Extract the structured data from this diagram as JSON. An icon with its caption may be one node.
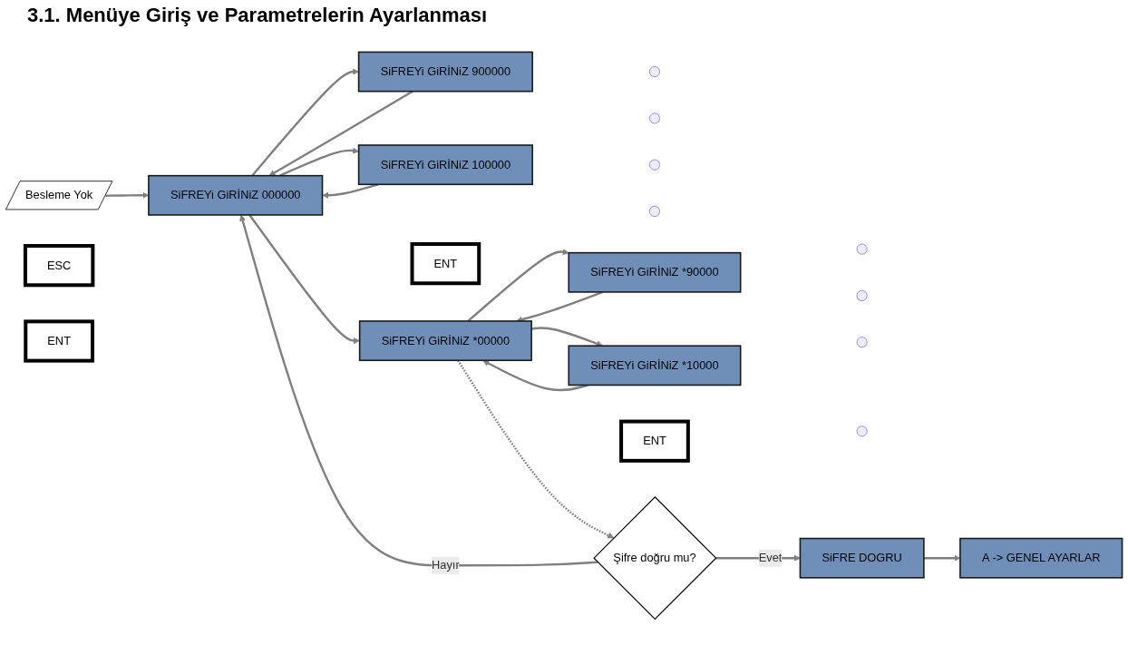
{
  "diagram": {
    "title": "3.1. Menüye Giriş ve Parametrelerin Ayarlanması",
    "nodes": [
      {
        "text": [
          "A -> GENEL AYARLAR"
        ]
      },
      {
        "text": [
          "SiFREYi GiRİNiZ 900000"
        ]
      },
      {
        "text": [
          "SiFREYi GiRİNiZ *90000"
        ]
      },
      {
        "text": [
          "SiFRE DOGRU"
        ]
      },
      {
        "text": [
          "ESC"
        ]
      },
      {
        "text": [
          "ENT"
        ]
      },
      {
        "text": [],
        "shape": "circle"
      },
      {
        "text": [],
        "shape": "circle"
      },
      {
        "text": [],
        "shape": "circle"
      },
      {
        "text": [],
        "shape": "circle"
      },
      {
        "text": [
          "Besleme Yok"
        ]
      },
      {
        "text": [
          "SiFREYi GiRİNiZ 000000"
        ]
      },
      {
        "text": [
          "ENT"
        ]
      },
      {
        "text": [
          "SiFREYi GiRİNiZ *00000"
        ]
      },
      {
        "text": [
          "ENT"
        ]
      },
      {
        "text": [
          "Şifre doğru mu?"
        ]
      },
      {
        "text": [],
        "shape": "circle"
      },
      {
        "text": [],
        "shape": "circle"
      },
      {
        "text": [],
        "shape": "circle"
      },
      {
        "text": [],
        "shape": "circle"
      },
      {
        "text": [
          "SiFREYi GiRİNiZ 100000"
        ]
      },
      {
        "text": [
          "SiFREYi GiRİNiZ *10000"
        ]
      }
    ],
    "edges": [
      {
        "from": 1,
        "to": 11,
        "arrow": "to"
      },
      {
        "from": 11,
        "to": 1,
        "arrow": "to"
      },
      {
        "from": 2,
        "to": 13,
        "arrow": "to"
      },
      {
        "from": 13,
        "to": 2,
        "arrow": "to"
      },
      {
        "from": 3,
        "to": 0,
        "arrow": "to"
      },
      {
        "from": 15,
        "to": 3,
        "arrow": "to",
        "label": "Evet"
      },
      {
        "from": 10,
        "to": 11,
        "arrow": "to"
      },
      {
        "from": 11,
        "to": 13,
        "arrow": "to"
      },
      {
        "from": 13,
        "to": 15,
        "arrow": "to",
        "style": "dashed"
      },
      {
        "from": 11,
        "to": 20,
        "arrow": "to"
      },
      {
        "from": 20,
        "to": 11,
        "arrow": "to"
      },
      {
        "from": 13,
        "to": 21,
        "arrow": "to"
      },
      {
        "from": 21,
        "to": 13,
        "arrow": "to"
      },
      {
        "from": 15,
        "to": 11,
        "arrow": "to",
        "label": "Hayır"
      }
    ]
  }
}
